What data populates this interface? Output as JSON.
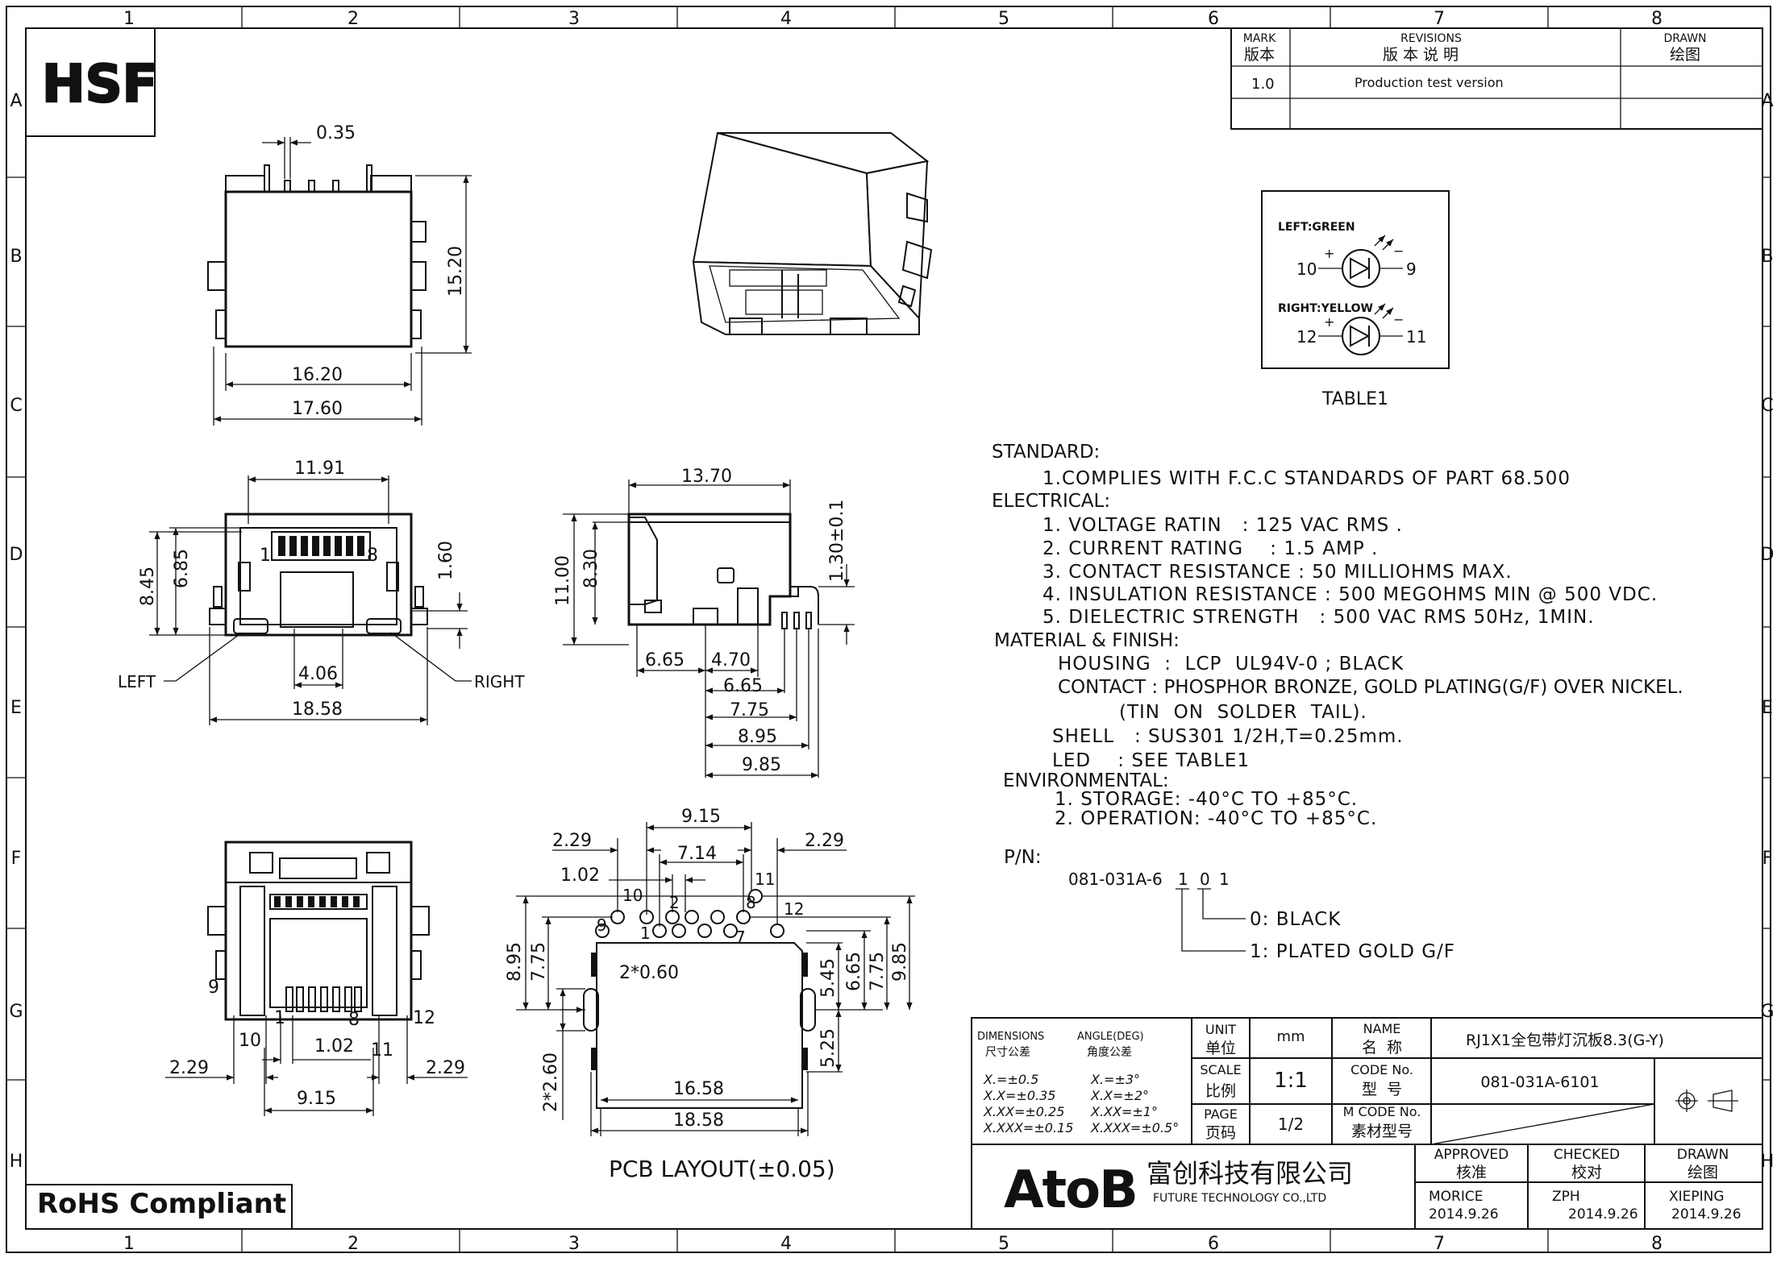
{
  "frame": {
    "columns": [
      "1",
      "2",
      "3",
      "4",
      "5",
      "6",
      "7",
      "8"
    ],
    "rows": [
      "A",
      "B",
      "C",
      "D",
      "E",
      "F",
      "G",
      "H"
    ]
  },
  "logos": {
    "hsf": "HSF",
    "rohs": "RoHS Compliant",
    "atob": "AtoB",
    "company_cn": "富创科技有限公司",
    "company_en": "FUTURE TECHNOLOGY CO.,LTD"
  },
  "revisions": {
    "mark_en": "MARK",
    "mark_cn": "版本",
    "rev_en": "REVISIONS",
    "rev_cn": "版 本 说 明",
    "drawn_en": "DRAWN",
    "drawn_cn": "绘图",
    "row_mark": "1.0",
    "row_desc": "Production test version"
  },
  "views": {
    "top": {
      "d_035": "0.35",
      "d_1520": "15.20",
      "d_1620": "16.20",
      "d_1760": "17.60"
    },
    "front": {
      "d_1191": "11.91",
      "d_845": "8.45",
      "d_685": "6.85",
      "d_160": "1.60",
      "d_406": "4.06",
      "d_1858": "18.58",
      "pin_1": "1",
      "pin_8": "8",
      "left": "LEFT",
      "right": "RIGHT"
    },
    "side": {
      "d_1370": "13.70",
      "d_1100": "11.00",
      "d_830": "8.30",
      "d_130": "1.30±0.1",
      "d_665a": "6.65",
      "d_470": "4.70",
      "d_665b": "6.65",
      "d_775": "7.75",
      "d_895": "8.95",
      "d_985": "9.85"
    },
    "bottom": {
      "p9": "9",
      "p10": "10",
      "p1": "1",
      "p8": "8",
      "p11": "11",
      "p12": "12",
      "d_102": "1.02",
      "d_229a": "2.29",
      "d_229b": "2.29",
      "d_915": "9.15"
    },
    "pcb": {
      "d_915": "9.15",
      "d_229a": "2.29",
      "d_229b": "2.29",
      "d_714": "7.14",
      "d_102": "1.02",
      "p10": "10",
      "p2": "2",
      "p8": "8",
      "p11": "11",
      "p9": "9",
      "p12": "12",
      "p1": "1",
      "p7": "7",
      "d_895": "8.95",
      "d_775a": "7.75",
      "d_260": "2*0.60",
      "d_545": "5.45",
      "d_665": "6.65",
      "d_775b": "7.75",
      "d_985": "9.85",
      "d_525": "5.25",
      "d_2260": "2*2.60",
      "d_1658": "16.58",
      "d_1858": "18.58",
      "caption": "PCB LAYOUT(±0.05)"
    }
  },
  "led_table": {
    "left_label": "LEFT:GREEN",
    "right_label": "RIGHT:YELLOW",
    "pin_10": "10",
    "pin_9": "9",
    "pin_12": "12",
    "pin_11": "11",
    "plus": "+",
    "minus": "−",
    "caption": "TABLE1"
  },
  "specs": [
    "STANDARD:",
    "1.COMPLIES WITH F.C.C STANDARDS OF PART 68.500",
    "ELECTRICAL:",
    "1. VOLTAGE RATIN   : 125 VAC RMS .",
    "2. CURRENT RATING    : 1.5 AMP .",
    "3. CONTACT RESISTANCE : 50 MILLIOHMS MAX.",
    "4. INSULATION RESISTANCE : 500 MEGOHMS MIN @ 500 VDC.",
    "5. DIELECTRIC STRENGTH   : 500 VAC RMS 50Hz, 1MIN.",
    "MATERIAL & FINISH:",
    "HOUSING  :  LCP  UL94V-0 ; BLACK",
    "CONTACT : PHOSPHOR BRONZE, GOLD PLATING(G/F) OVER NICKEL.",
    "(TIN  ON  SOLDER  TAIL).",
    "SHELL   : SUS301 1/2H,T=0.25mm.",
    "LED    : SEE TABLE1",
    "ENVIRONMENTAL:",
    "1. STORAGE: -40°C TO +85°C.",
    "2. OPERATION: -40°C TO +85°C."
  ],
  "pn": {
    "label": "P/N:",
    "prefix": "081-031A-6",
    "d1": "1",
    "d2": "0",
    "d3": "1",
    "opt0": "0: BLACK",
    "opt1": "1: PLATED GOLD G/F"
  },
  "titleblock": {
    "dims_en": "DIMENSIONS",
    "dims_cn": "尺寸公差",
    "angle_en": "ANGLE(DEG)",
    "angle_cn": "角度公差",
    "tol1": "X.=±0.5",
    "tol2": "X.X=±0.35",
    "tol3": "X.XX=±0.25",
    "tol4": "X.XXX=±0.15",
    "ang1": "X.=±3°",
    "ang2": "X.X=±2°",
    "ang3": "X.XX=±1°",
    "ang4": "X.XXX=±0.5°",
    "unit_en": "UNIT",
    "unit_cn": "单位",
    "unit_val": "mm",
    "scale_en": "SCALE",
    "scale_cn": "比例",
    "scale_val": "1:1",
    "page_en": "PAGE",
    "page_cn": "页码",
    "page_val": "1/2",
    "name_en": "NAME",
    "name_cn": "名  称",
    "name_val": "RJ1X1全包带灯沉板8.3(G-Y)",
    "code_en": "CODE No.",
    "code_cn": "型  号",
    "code_val": "081-031A-6101",
    "mcode_en": "M CODE No.",
    "mcode_cn": "素材型号",
    "approved_en": "APPROVED",
    "approved_cn": "核准",
    "checked_en": "CHECKED",
    "checked_cn": "校对",
    "drawn_en": "DRAWN",
    "drawn_cn": "绘图",
    "approved_by": "MORICE",
    "approved_date": "2014.9.26",
    "checked_by": "ZPH",
    "checked_date": "2014.9.26",
    "drawn_by": "XIEPING",
    "drawn_date": "2014.9.26"
  }
}
